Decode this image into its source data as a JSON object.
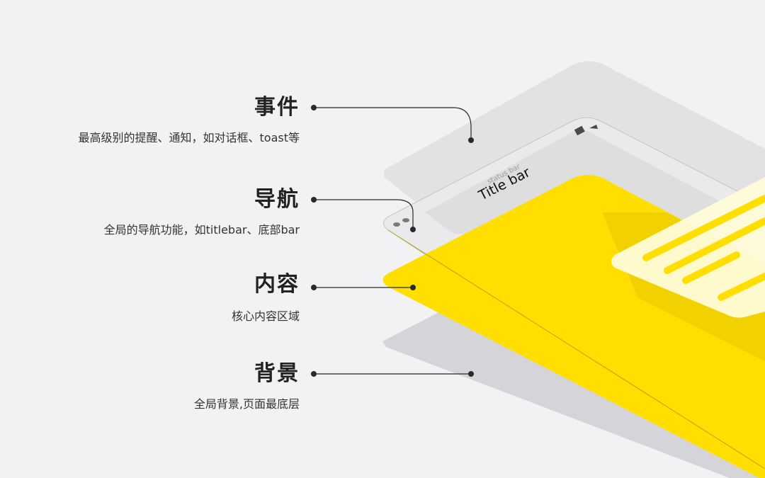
{
  "layers": [
    {
      "title": "事件",
      "description": "最高级别的提醒、通知，如对话框、toast等"
    },
    {
      "title": "导航",
      "description": "全局的导航功能，如titlebar、底部bar"
    },
    {
      "title": "内容",
      "description": "核心内容区域"
    },
    {
      "title": "背景",
      "description": "全局背景,页面最底层"
    }
  ],
  "mockup": {
    "status_bar_text": "status bar",
    "title_bar_text": "Title bar"
  },
  "colors": {
    "background": "#f2f2f4",
    "accent_yellow": "#ffde00",
    "text_dark": "#222222",
    "line": "#2a2a2a"
  }
}
